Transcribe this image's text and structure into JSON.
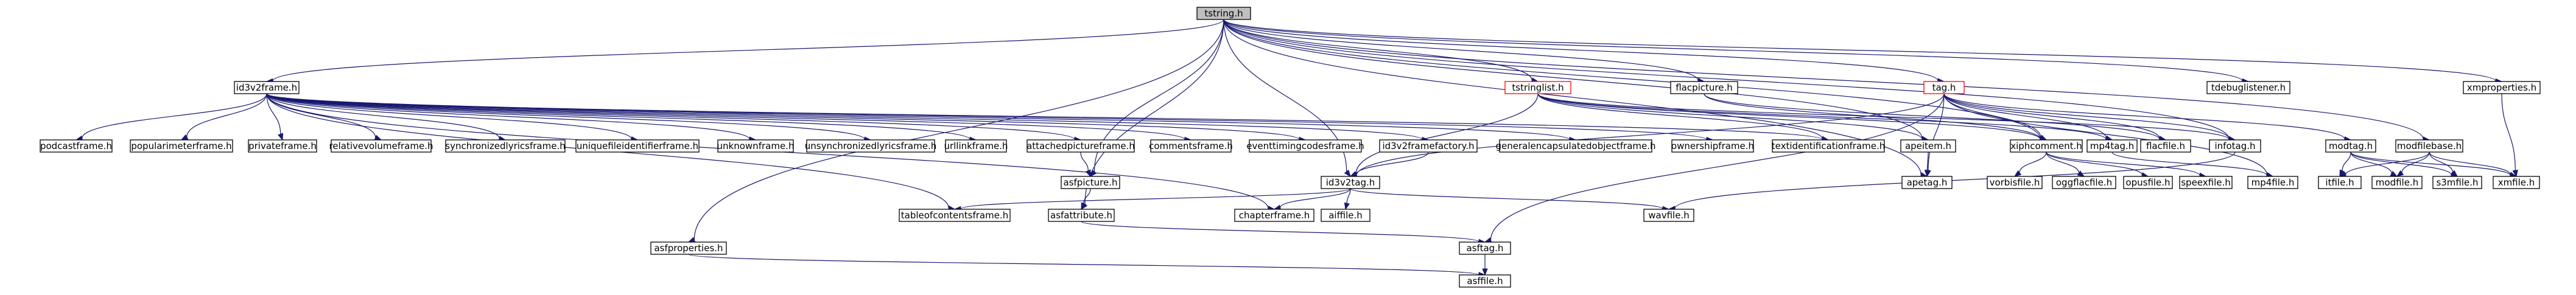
{
  "diagram": {
    "type": "include-dependency-graph",
    "colors": {
      "edge": "#191970",
      "root_fill": "#bfbfbf",
      "node_fill": "#ffffff",
      "node_border": "#000000",
      "highlight_border": "#ff0000"
    },
    "nodes": [
      {
        "id": "tstring_h",
        "label": "tstring.h",
        "root": true
      },
      {
        "id": "id3v2frame_h",
        "label": "id3v2frame.h"
      },
      {
        "id": "tstringlist_h",
        "label": "tstringlist.h",
        "highlight": true
      },
      {
        "id": "flacpicture_h",
        "label": "flacpicture.h"
      },
      {
        "id": "tag_h",
        "label": "tag.h",
        "highlight": true
      },
      {
        "id": "tdebuglistener_h",
        "label": "tdebuglistener.h"
      },
      {
        "id": "xmproperties_h",
        "label": "xmproperties.h"
      },
      {
        "id": "podcastframe_h",
        "label": "podcastframe.h"
      },
      {
        "id": "popularimeterframe_h",
        "label": "popularimeterframe.h"
      },
      {
        "id": "privateframe_h",
        "label": "privateframe.h"
      },
      {
        "id": "relativevolumeframe_h",
        "label": "relativevolumeframe.h"
      },
      {
        "id": "synchronizedlyricsframe_h",
        "label": "synchronizedlyricsframe.h"
      },
      {
        "id": "uniquefileidentifierframe_h",
        "label": "uniquefileidentifierframe.h"
      },
      {
        "id": "unknownframe_h",
        "label": "unknownframe.h"
      },
      {
        "id": "unsynchronizedlyricsframe_h",
        "label": "unsynchronizedlyricsframe.h"
      },
      {
        "id": "urllinkframe_h",
        "label": "urllinkframe.h"
      },
      {
        "id": "attachedpictureframe_h",
        "label": "attachedpictureframe.h"
      },
      {
        "id": "commentsframe_h",
        "label": "commentsframe.h"
      },
      {
        "id": "eventtimingcodesframe_h",
        "label": "eventtimingcodesframe.h"
      },
      {
        "id": "id3v2framefactory_h",
        "label": "id3v2framefactory.h"
      },
      {
        "id": "generalencapsulatedobjectframe_h",
        "label": "generalencapsulatedobjectframe.h"
      },
      {
        "id": "ownershipframe_h",
        "label": "ownershipframe.h"
      },
      {
        "id": "textidentificationframe_h",
        "label": "textidentificationframe.h"
      },
      {
        "id": "apeitem_h",
        "label": "apeitem.h"
      },
      {
        "id": "xiphcomment_h",
        "label": "xiphcomment.h"
      },
      {
        "id": "mp4tag_h",
        "label": "mp4tag.h"
      },
      {
        "id": "flacfile_h",
        "label": "flacfile.h"
      },
      {
        "id": "infotag_h",
        "label": "infotag.h"
      },
      {
        "id": "modtag_h",
        "label": "modtag.h"
      },
      {
        "id": "modfilebase_h",
        "label": "modfilebase.h"
      },
      {
        "id": "asfpicture_h",
        "label": "asfpicture.h"
      },
      {
        "id": "id3v2tag_h",
        "label": "id3v2tag.h"
      },
      {
        "id": "apetag_h",
        "label": "apetag.h"
      },
      {
        "id": "vorbisfile_h",
        "label": "vorbisfile.h"
      },
      {
        "id": "oggflacfile_h",
        "label": "oggflacfile.h"
      },
      {
        "id": "opusfile_h",
        "label": "opusfile.h"
      },
      {
        "id": "speexfile_h",
        "label": "speexfile.h"
      },
      {
        "id": "mp4file_h",
        "label": "mp4file.h"
      },
      {
        "id": "itfile_h",
        "label": "itfile.h"
      },
      {
        "id": "modfile_h",
        "label": "modfile.h"
      },
      {
        "id": "s3mfile_h",
        "label": "s3mfile.h"
      },
      {
        "id": "xmfile_h",
        "label": "xmfile.h"
      },
      {
        "id": "asfattribute_h",
        "label": "asfattribute.h"
      },
      {
        "id": "tableofcontentsframe_h",
        "label": "tableofcontentsframe.h"
      },
      {
        "id": "chapterframe_h",
        "label": "chapterframe.h"
      },
      {
        "id": "aiffile_h",
        "label": "aiffile.h"
      },
      {
        "id": "wavfile_h",
        "label": "wavfile.h"
      },
      {
        "id": "asfproperties_h",
        "label": "asfproperties.h"
      },
      {
        "id": "asftag_h",
        "label": "asftag.h"
      },
      {
        "id": "asffile_h",
        "label": "asffile.h"
      }
    ],
    "edges": [
      [
        "tstring_h",
        "id3v2frame_h"
      ],
      [
        "tstring_h",
        "tstringlist_h"
      ],
      [
        "tstring_h",
        "flacpicture_h"
      ],
      [
        "tstring_h",
        "tag_h"
      ],
      [
        "tstring_h",
        "tdebuglistener_h"
      ],
      [
        "tstring_h",
        "xmproperties_h"
      ],
      [
        "tstring_h",
        "asfproperties_h"
      ],
      [
        "tstring_h",
        "asfattribute_h"
      ],
      [
        "tstring_h",
        "asfpicture_h"
      ],
      [
        "tstring_h",
        "id3v2tag_h"
      ],
      [
        "tstring_h",
        "apeitem_h"
      ],
      [
        "tstring_h",
        "apetag_h"
      ],
      [
        "tstring_h",
        "xiphcomment_h"
      ],
      [
        "tstring_h",
        "infotag_h"
      ],
      [
        "tstring_h",
        "modfilebase_h"
      ],
      [
        "id3v2frame_h",
        "podcastframe_h"
      ],
      [
        "id3v2frame_h",
        "popularimeterframe_h"
      ],
      [
        "id3v2frame_h",
        "privateframe_h"
      ],
      [
        "id3v2frame_h",
        "relativevolumeframe_h"
      ],
      [
        "id3v2frame_h",
        "synchronizedlyricsframe_h"
      ],
      [
        "id3v2frame_h",
        "uniquefileidentifierframe_h"
      ],
      [
        "id3v2frame_h",
        "unknownframe_h"
      ],
      [
        "id3v2frame_h",
        "unsynchronizedlyricsframe_h"
      ],
      [
        "id3v2frame_h",
        "urllinkframe_h"
      ],
      [
        "id3v2frame_h",
        "attachedpictureframe_h"
      ],
      [
        "id3v2frame_h",
        "commentsframe_h"
      ],
      [
        "id3v2frame_h",
        "eventtimingcodesframe_h"
      ],
      [
        "id3v2frame_h",
        "id3v2framefactory_h"
      ],
      [
        "id3v2frame_h",
        "generalencapsulatedobjectframe_h"
      ],
      [
        "id3v2frame_h",
        "ownershipframe_h"
      ],
      [
        "id3v2frame_h",
        "textidentificationframe_h"
      ],
      [
        "id3v2frame_h",
        "tableofcontentsframe_h"
      ],
      [
        "id3v2frame_h",
        "chapterframe_h"
      ],
      [
        "tstringlist_h",
        "textidentificationframe_h"
      ],
      [
        "tstringlist_h",
        "apeitem_h"
      ],
      [
        "tstringlist_h",
        "xiphcomment_h"
      ],
      [
        "tstringlist_h",
        "mp4tag_h"
      ],
      [
        "tstringlist_h",
        "infotag_h"
      ],
      [
        "tstringlist_h",
        "id3v2tag_h"
      ],
      [
        "flacpicture_h",
        "xiphcomment_h"
      ],
      [
        "flacpicture_h",
        "flacfile_h"
      ],
      [
        "tag_h",
        "xiphcomment_h"
      ],
      [
        "tag_h",
        "mp4tag_h"
      ],
      [
        "tag_h",
        "flacfile_h"
      ],
      [
        "tag_h",
        "infotag_h"
      ],
      [
        "tag_h",
        "modtag_h"
      ],
      [
        "tag_h",
        "id3v2tag_h"
      ],
      [
        "tag_h",
        "apetag_h"
      ],
      [
        "tag_h",
        "mp4file_h"
      ],
      [
        "tag_h",
        "asftag_h"
      ],
      [
        "xmproperties_h",
        "xmfile_h"
      ],
      [
        "attachedpictureframe_h",
        "asfpicture_h"
      ],
      [
        "id3v2framefactory_h",
        "id3v2tag_h"
      ],
      [
        "apeitem_h",
        "apetag_h"
      ],
      [
        "xiphcomment_h",
        "vorbisfile_h"
      ],
      [
        "xiphcomment_h",
        "oggflacfile_h"
      ],
      [
        "xiphcomment_h",
        "opusfile_h"
      ],
      [
        "xiphcomment_h",
        "speexfile_h"
      ],
      [
        "mp4tag_h",
        "mp4file_h"
      ],
      [
        "infotag_h",
        "wavfile_h"
      ],
      [
        "modtag_h",
        "itfile_h"
      ],
      [
        "modtag_h",
        "modfile_h"
      ],
      [
        "modtag_h",
        "s3mfile_h"
      ],
      [
        "modtag_h",
        "xmfile_h"
      ],
      [
        "modfilebase_h",
        "itfile_h"
      ],
      [
        "modfilebase_h",
        "modfile_h"
      ],
      [
        "modfilebase_h",
        "s3mfile_h"
      ],
      [
        "modfilebase_h",
        "xmfile_h"
      ],
      [
        "asfpicture_h",
        "asfattribute_h"
      ],
      [
        "id3v2tag_h",
        "tableofcontentsframe_h"
      ],
      [
        "id3v2tag_h",
        "chapterframe_h"
      ],
      [
        "id3v2tag_h",
        "aiffile_h"
      ],
      [
        "id3v2tag_h",
        "wavfile_h"
      ],
      [
        "asfattribute_h",
        "asftag_h"
      ],
      [
        "asfproperties_h",
        "asffile_h"
      ],
      [
        "asftag_h",
        "asffile_h"
      ]
    ]
  }
}
